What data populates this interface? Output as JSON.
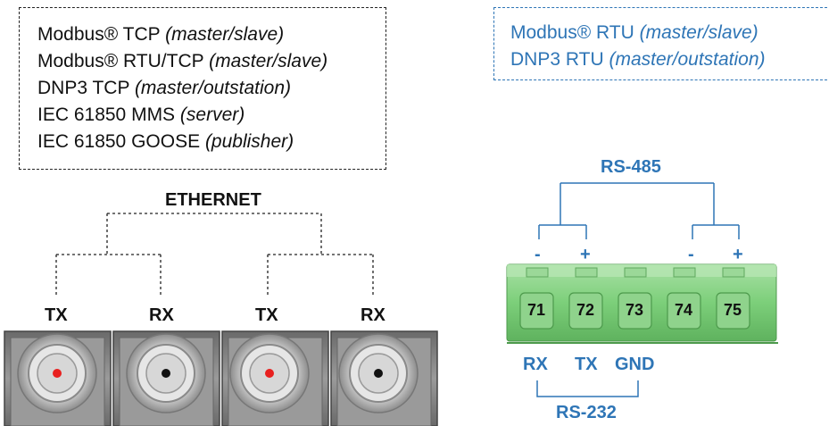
{
  "ethernet_protocols": [
    {
      "name": "Modbus® TCP ",
      "role": "(master/slave)"
    },
    {
      "name": "Modbus® RTU/TCP ",
      "role": "(master/slave)"
    },
    {
      "name": "DNP3 TCP ",
      "role": "(master/outstation)"
    },
    {
      "name": "IEC 61850 MMS ",
      "role": "(server)"
    },
    {
      "name": "IEC 61850 GOOSE ",
      "role": "(publisher)"
    }
  ],
  "serial_protocols": [
    {
      "name": "Modbus® RTU ",
      "role": "(master/slave)"
    },
    {
      "name": "DNP3 RTU ",
      "role": "(master/outstation)"
    }
  ],
  "ethernet_label": "ETHERNET",
  "ports": [
    {
      "label": "TX",
      "led": "red"
    },
    {
      "label": "RX",
      "led": "black"
    },
    {
      "label": "TX",
      "led": "red"
    },
    {
      "label": "RX",
      "led": "black"
    }
  ],
  "rs485_label": "RS-485",
  "rs232_label": "RS-232",
  "polarity": [
    "-",
    "+",
    "-",
    "+"
  ],
  "terminals": [
    "71",
    "72",
    "73",
    "74",
    "75"
  ],
  "rs232_pins": [
    "RX",
    "TX",
    "GND"
  ],
  "colors": {
    "blue": "#2e75b6",
    "terminal_green": "#7ccf7a",
    "led_red": "#e8201f"
  }
}
